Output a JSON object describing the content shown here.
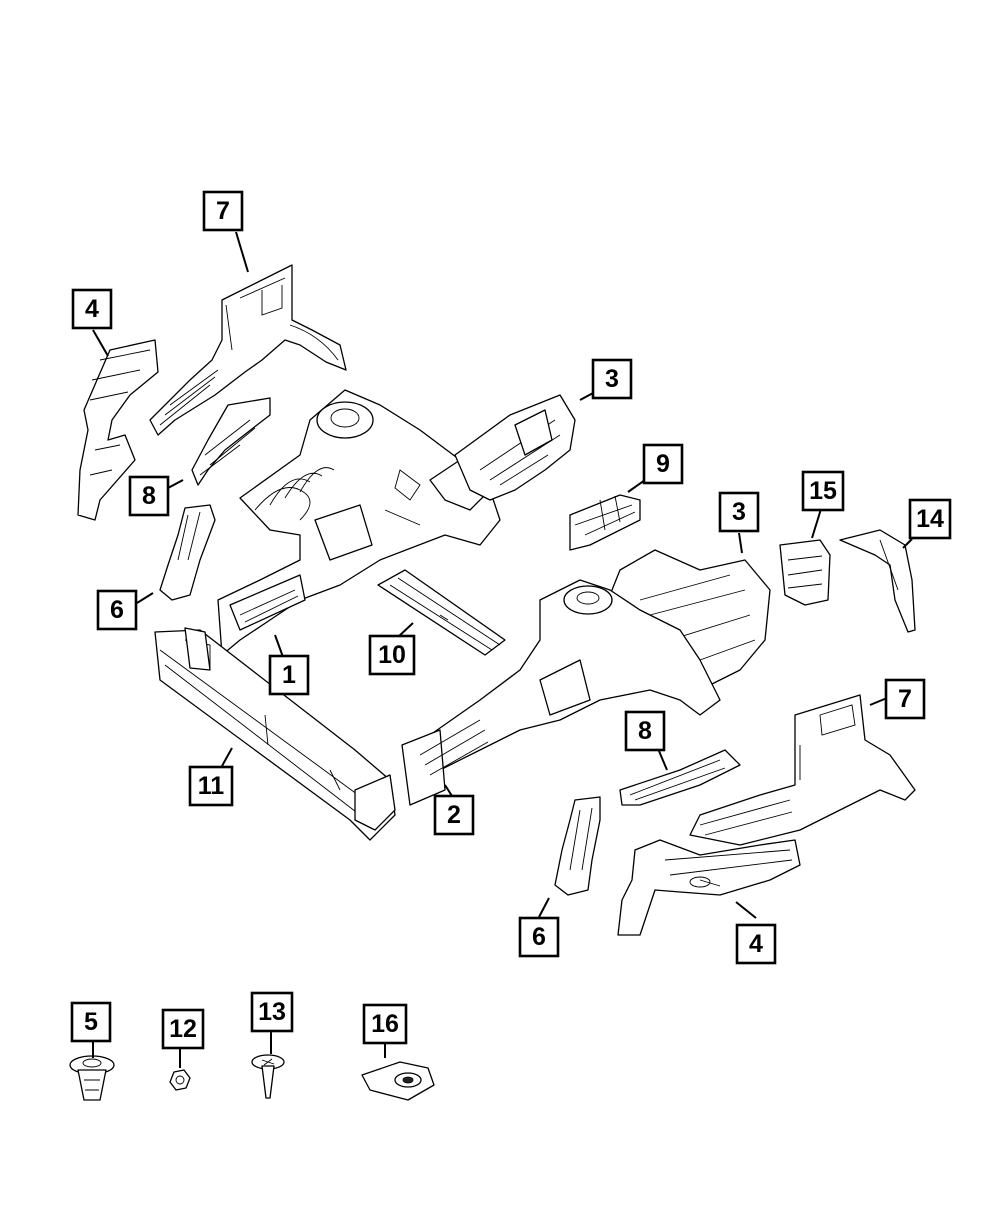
{
  "callouts": [
    {
      "id": "c7a",
      "label": "7"
    },
    {
      "id": "c4a",
      "label": "4"
    },
    {
      "id": "c3a",
      "label": "3"
    },
    {
      "id": "c9",
      "label": "9"
    },
    {
      "id": "c8a",
      "label": "8"
    },
    {
      "id": "c3b",
      "label": "3"
    },
    {
      "id": "c15",
      "label": "15"
    },
    {
      "id": "c14",
      "label": "14"
    },
    {
      "id": "c6a",
      "label": "6"
    },
    {
      "id": "c10",
      "label": "10"
    },
    {
      "id": "c1",
      "label": "1"
    },
    {
      "id": "c7b",
      "label": "7"
    },
    {
      "id": "c8b",
      "label": "8"
    },
    {
      "id": "c11",
      "label": "11"
    },
    {
      "id": "c2",
      "label": "2"
    },
    {
      "id": "c6b",
      "label": "6"
    },
    {
      "id": "c4b",
      "label": "4"
    },
    {
      "id": "c5",
      "label": "5"
    },
    {
      "id": "c12",
      "label": "12"
    },
    {
      "id": "c13",
      "label": "13"
    },
    {
      "id": "c16",
      "label": "16"
    }
  ]
}
